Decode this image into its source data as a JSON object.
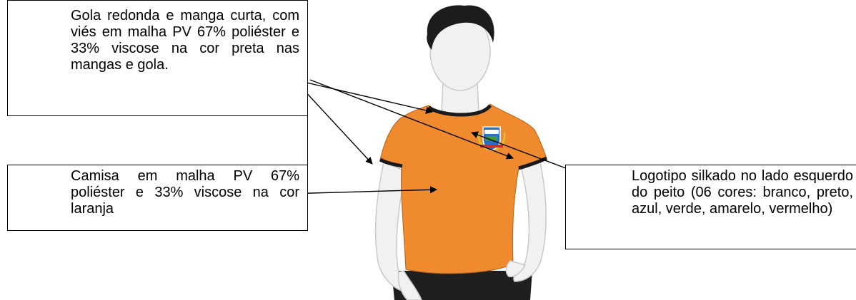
{
  "annotations": {
    "collar": "Gola redonda e manga curta, com viés em malha PV 67% poliéster e 33% viscose na cor preta nas mangas e gola.",
    "fabric": "Camisa em malha PV 67% poliéster e 33% viscose na cor laranja",
    "logo": "Logotipo silkado no lado esquerdo do peito (06 cores: branco, preto, azul, verde, amarelo, vermelho)"
  },
  "colors": {
    "shirt": "#f08a2e",
    "trim": "#1a1a1a",
    "skin": "#f1f1f1",
    "skin_outline": "#c9c9c9",
    "hair": "#1c1c1c",
    "pants": "#1f1f1f"
  }
}
